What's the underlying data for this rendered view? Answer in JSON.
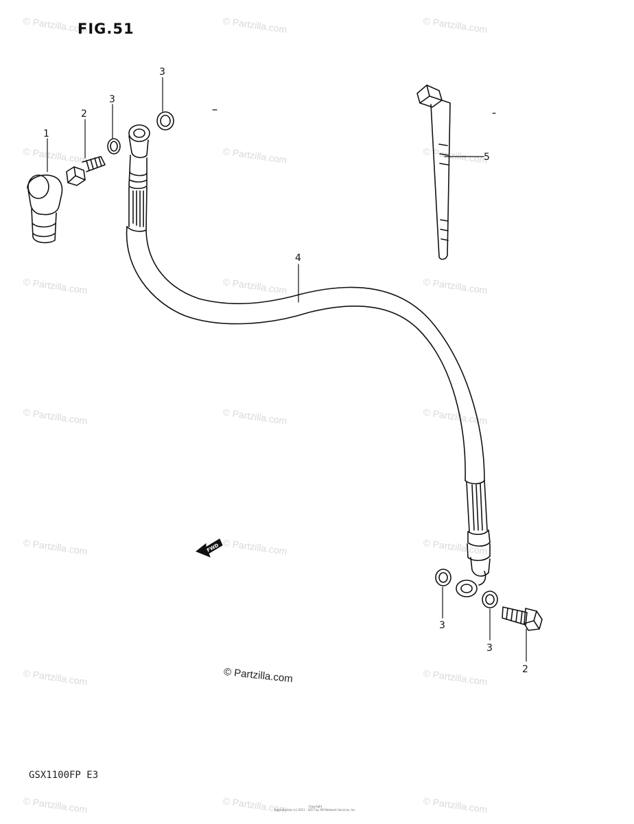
{
  "figure": {
    "title": "FIG.51",
    "model": "GSX1100FP E3"
  },
  "watermark": {
    "text": "© Partzilla.com",
    "main_text": "© Partzilla.com"
  },
  "copyright": {
    "line1": "Copyright",
    "line2": "Reproduction (c) 2011 - 2017 by ARI Network Services, Inc."
  },
  "fwd_label": "FWD",
  "callouts": [
    {
      "id": "c1",
      "label": "1"
    },
    {
      "id": "c2a",
      "label": "2"
    },
    {
      "id": "c3a",
      "label": "3"
    },
    {
      "id": "c3b",
      "label": "3"
    },
    {
      "id": "c4",
      "label": "4"
    },
    {
      "id": "c5",
      "label": "5"
    },
    {
      "id": "c3c",
      "label": "3"
    },
    {
      "id": "c3d",
      "label": "3"
    },
    {
      "id": "c2b",
      "label": "2"
    }
  ]
}
